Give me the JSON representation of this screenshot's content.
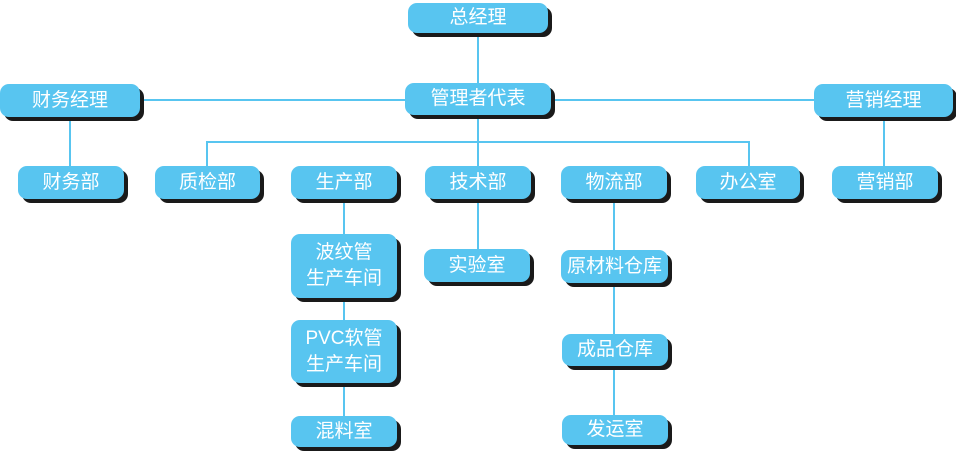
{
  "diagram": {
    "type": "org-chart",
    "colors": {
      "node_fill": "#58c5f0",
      "connector": "#58c5f0",
      "node_text": "#ffffff",
      "shadow": "#1a1a1a",
      "background": "#ffffff"
    },
    "nodes": {
      "general_manager": {
        "label": "总经理"
      },
      "management_representative": {
        "label": "管理者代表"
      },
      "finance_manager": {
        "label": "财务经理"
      },
      "marketing_manager": {
        "label": "营销经理"
      },
      "finance_dept": {
        "label": "财务部"
      },
      "quality_inspection_dept": {
        "label": "质检部"
      },
      "production_dept": {
        "label": "生产部"
      },
      "technology_dept": {
        "label": "技术部"
      },
      "logistics_dept": {
        "label": "物流部"
      },
      "office": {
        "label": "办公室"
      },
      "marketing_dept": {
        "label": "营销部"
      },
      "corrugated_pipe_workshop": {
        "label": "波纹管\n生产车间"
      },
      "laboratory": {
        "label": "实验室"
      },
      "raw_material_warehouse": {
        "label": "原材料仓库"
      },
      "pvc_hose_workshop": {
        "label": "PVC软管\n生产车间"
      },
      "finished_goods_warehouse": {
        "label": "成品仓库"
      },
      "mixing_room": {
        "label": "混料室"
      },
      "shipping_room": {
        "label": "发运室"
      }
    },
    "edges": [
      [
        "general_manager",
        "management_representative"
      ],
      [
        "management_representative",
        "finance_manager"
      ],
      [
        "management_representative",
        "marketing_manager"
      ],
      [
        "finance_manager",
        "finance_dept"
      ],
      [
        "marketing_manager",
        "marketing_dept"
      ],
      [
        "management_representative",
        "quality_inspection_dept"
      ],
      [
        "management_representative",
        "production_dept"
      ],
      [
        "management_representative",
        "technology_dept"
      ],
      [
        "management_representative",
        "logistics_dept"
      ],
      [
        "management_representative",
        "office"
      ],
      [
        "production_dept",
        "corrugated_pipe_workshop"
      ],
      [
        "corrugated_pipe_workshop",
        "pvc_hose_workshop"
      ],
      [
        "pvc_hose_workshop",
        "mixing_room"
      ],
      [
        "technology_dept",
        "laboratory"
      ],
      [
        "logistics_dept",
        "raw_material_warehouse"
      ],
      [
        "raw_material_warehouse",
        "finished_goods_warehouse"
      ],
      [
        "finished_goods_warehouse",
        "shipping_room"
      ]
    ]
  }
}
